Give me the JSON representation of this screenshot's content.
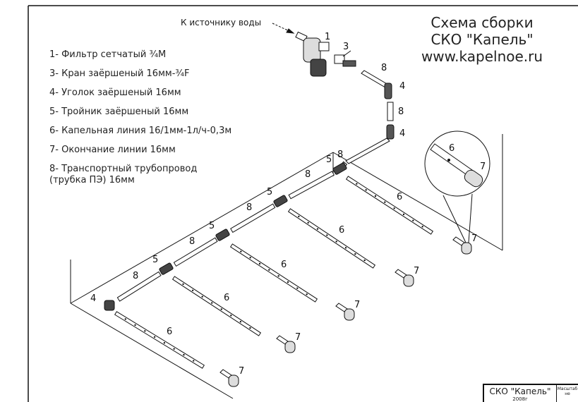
{
  "header": {
    "title_line1": "Схема сборки",
    "title_line2": "СКО \"Капель\"",
    "website": "www.kapelnoe.ru"
  },
  "source_label": "К источнику воды",
  "legend": [
    {
      "id": "1",
      "text": "1- Фильтр сетчатый ¾М"
    },
    {
      "id": "3",
      "text": "3- Кран заёршеный 16мм-¾F"
    },
    {
      "id": "4",
      "text": "4- Уголок заёршеный 16мм"
    },
    {
      "id": "5",
      "text": "5- Тройник заёршеный 16мм"
    },
    {
      "id": "6",
      "text": "6- Капельная линия 16/1мм-1л/ч-0,3м"
    },
    {
      "id": "7",
      "text": "7- Окончание линии 16мм"
    },
    {
      "id": "8",
      "text": "8- Транспортный трубопровод",
      "text2": "(трубка ПЭ) 16мм"
    }
  ],
  "part_labels": {
    "filter": "1",
    "valve": "3",
    "elbow": "4",
    "tee": "5",
    "drip_line": "6",
    "end_cap": "7",
    "pipe": "8"
  },
  "stamp": {
    "name": "СКО \"Капель\"",
    "year": "2008г",
    "scale_label": "Масштаб",
    "scale_value": "не"
  }
}
